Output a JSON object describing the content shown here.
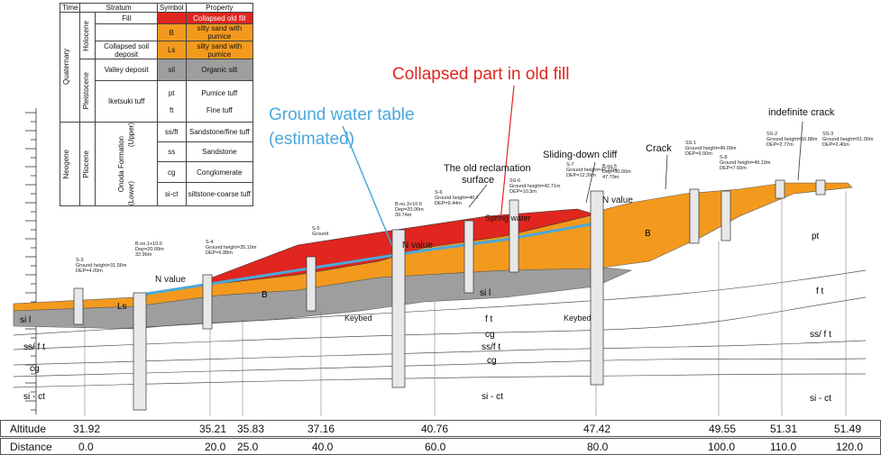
{
  "legend": {
    "headers": {
      "time": "Time",
      "stratum": "Stratum",
      "symbol": "Symbol",
      "property": "Property"
    },
    "era_quaternary": "Quaternary",
    "era_neogene": "Neogene",
    "epoch_holocene": "Holocene",
    "epoch_pleistocene": "Pleistocene",
    "epoch_pliocene": "Pliocene",
    "onoda": "Onoda Formation",
    "upper": "(Upper)",
    "lower": "(Lower)",
    "rows": [
      {
        "stratum": "Fill",
        "symbol": "",
        "property": "Collapsed old fill",
        "color": "#e0261f"
      },
      {
        "stratum": "",
        "symbol": "B",
        "property": "silty sand with pumice",
        "color": "#f39a1e"
      },
      {
        "stratum": "Collapsed soil deposit",
        "symbol": "Ls",
        "property": "silty sand with pumice",
        "color": "#f39a1e"
      },
      {
        "stratum": "Valley deposit",
        "symbol": "sil",
        "property": "Organic silt",
        "color": "#9e9e9e"
      },
      {
        "stratum": "",
        "symbol": "pt",
        "property": "Pumice tuff",
        "color": "#ffffff"
      },
      {
        "stratum": "Iketsuki tuff",
        "symbol": "ft",
        "property": "Fine tuff",
        "color": "#ffffff"
      },
      {
        "stratum": "",
        "symbol": "ss/ft",
        "property": "Sandstone/fine tuff",
        "color": "#ffffff"
      },
      {
        "stratum": "",
        "symbol": "ss",
        "property": "Sandstone",
        "color": "#ffffff"
      },
      {
        "stratum": "",
        "symbol": "cg",
        "property": "Conglomerate",
        "color": "#ffffff"
      },
      {
        "stratum": "",
        "symbol": "si-ct",
        "property": "siltstone-coarse tuff",
        "color": "#ffffff"
      }
    ]
  },
  "annotations": {
    "collapsed": "Collapsed part in old fill",
    "gwt_line1": "Ground water table",
    "gwt_line2": "(estimated)",
    "old_surface_line1": "The old reclamation",
    "old_surface_line2": "surface",
    "sliding": "Sliding-down cliff",
    "crack": "Crack",
    "indef_crack": "indefinite crack",
    "spring": "Spring water",
    "keybed": "Keybed",
    "nvalue": "N  value"
  },
  "layer_labels": {
    "pt": "pt",
    "ft": "f t",
    "ssft": "ss/ f t",
    "cg": "cg",
    "sict": "si - ct",
    "B": "B",
    "sil": "si l",
    "Ls": "Ls",
    "ssft_mid": "ss/f t",
    "cg_mid": "cg",
    "ft_mid": "f t",
    "sict_mid": "si - ct"
  },
  "boreholes": [
    {
      "name": "S-3",
      "info": "Ground height=31.56m",
      "dep": "DEP=4.09m"
    },
    {
      "name": "B.no.1+10.0",
      "info": "Dep=20.00m",
      "dep": "32.96m"
    },
    {
      "name": "S-4",
      "info": "Ground height=35.10m",
      "dep": "DEP=6.88m"
    },
    {
      "name": "S-5",
      "info": "Ground",
      "dep": ""
    },
    {
      "name": "B.no.3+10.0",
      "info": "Dep=20.00m",
      "dep": "39.74m"
    },
    {
      "name": "S-6",
      "info": "Ground height=40.7",
      "dep": "DEP=9.44m"
    },
    {
      "name": "SS-6",
      "info": "Ground height=42.71m",
      "dep": "DEP=10.3m"
    },
    {
      "name": "S-7",
      "info": "Ground height=47.07m",
      "dep": "DEP=12.39m"
    },
    {
      "name": "B.no.5",
      "info": "Dep=30.00m",
      "dep": "47.79m"
    },
    {
      "name": "SS-1",
      "info": "Ground height=49.09m",
      "dep": "DEP=9.00m"
    },
    {
      "name": "S-8",
      "info": "Ground height=49.19m",
      "dep": "DEP=7.50m"
    },
    {
      "name": "SS-2",
      "info": "Ground height=50.88m",
      "dep": "DEP=2.77m"
    },
    {
      "name": "SS-3",
      "info": "Ground height=51.00m",
      "dep": "DEP=2.40m"
    }
  ],
  "altitude": {
    "label": "Altitude",
    "values": [
      "31.92",
      "35.21",
      "35.83",
      "37.16",
      "40.76",
      "47.42",
      "49.55",
      "51.31",
      "51.49"
    ]
  },
  "distance": {
    "label": "Distance",
    "values": [
      "0.0",
      "20.0",
      "25.0",
      "40.0",
      "60.0",
      "80.0",
      "100.0",
      "110.0",
      "120.0"
    ]
  },
  "colors": {
    "fill": "#e0261f",
    "sand": "#f39a1e",
    "silt": "#9e9e9e",
    "water": "#4aa8dc",
    "callout": "#e0261f"
  }
}
